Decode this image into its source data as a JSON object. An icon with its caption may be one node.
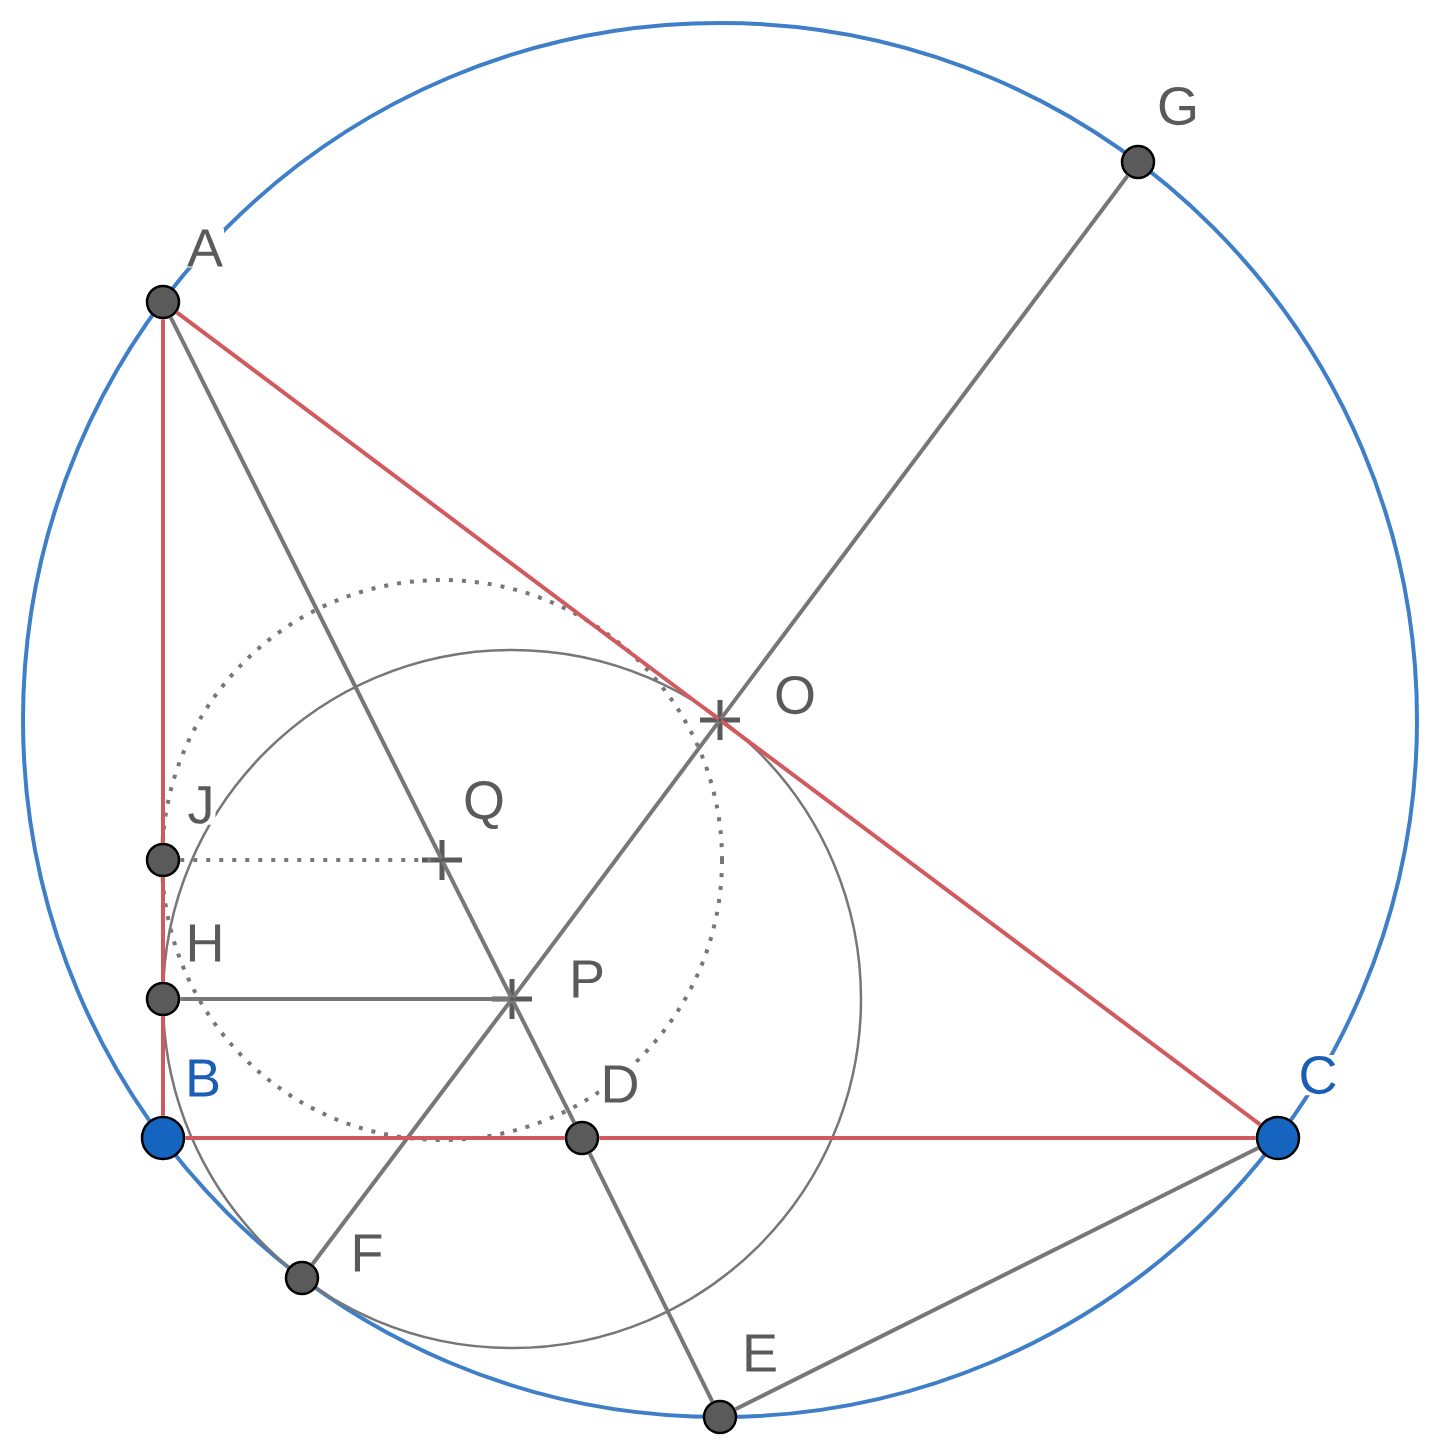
{
  "diagram": {
    "nodes": [
      {
        "text": [
          "G"
        ]
      },
      {
        "text": [
          "A"
        ]
      },
      {
        "text": [
          "O"
        ]
      },
      {
        "text": [
          "J"
        ]
      },
      {
        "text": [
          "Q"
        ]
      },
      {
        "text": [
          "H"
        ]
      },
      {
        "text": [
          "P"
        ]
      },
      {
        "text": [
          "B"
        ]
      },
      {
        "text": [
          "D"
        ]
      },
      {
        "text": [
          "C"
        ]
      },
      {
        "text": [
          "F"
        ]
      },
      {
        "text": [
          "E"
        ]
      }
    ],
    "edges": [
      {
        "from": 1,
        "to": 4,
        "arrow": "none"
      },
      {
        "from": 4,
        "to": 6,
        "arrow": "none"
      },
      {
        "from": 6,
        "to": 8,
        "arrow": "none"
      },
      {
        "from": 8,
        "to": 11,
        "arrow": "none"
      },
      {
        "from": 10,
        "to": 6,
        "arrow": "none"
      },
      {
        "from": 6,
        "to": 2,
        "arrow": "none"
      },
      {
        "from": 2,
        "to": 0,
        "arrow": "none"
      },
      {
        "from": 9,
        "to": 11,
        "arrow": "none"
      },
      {
        "from": 5,
        "to": 6,
        "arrow": "none"
      },
      {
        "from": 3,
        "to": 4,
        "arrow": "none",
        "style": "dashed"
      },
      {
        "from": 1,
        "to": 2,
        "arrow": "none",
        "color": "#d05a5f"
      },
      {
        "from": 2,
        "to": 9,
        "arrow": "none",
        "color": "#d05a5f"
      },
      {
        "from": 1,
        "to": 3,
        "arrow": "none",
        "color": "#d05a5f"
      },
      {
        "from": 3,
        "to": 5,
        "arrow": "none",
        "color": "#d05a5f"
      },
      {
        "from": 5,
        "to": 7,
        "arrow": "none",
        "color": "#d05a5f"
      },
      {
        "from": 7,
        "to": 8,
        "arrow": "none",
        "color": "#d05a5f"
      },
      {
        "from": 8,
        "to": 9,
        "arrow": "none",
        "color": "#d05a5f"
      }
    ]
  }
}
